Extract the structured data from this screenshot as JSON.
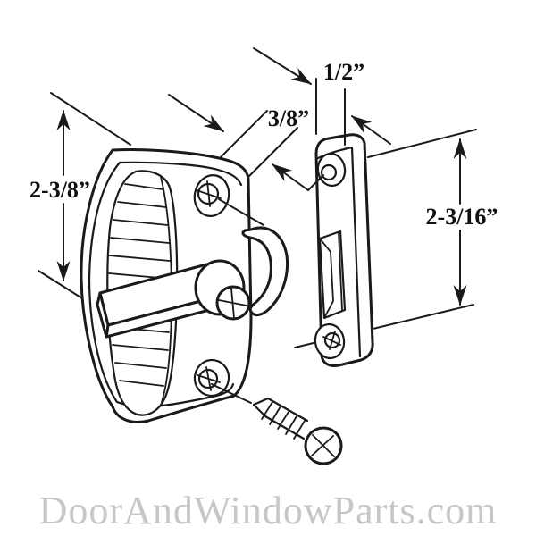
{
  "diagram": {
    "labels": {
      "latch_height": "2-3/8”",
      "latch_depth": "3/8”",
      "strike_plate_width": "1/2”",
      "strike_plate_height": "2-3/16”"
    }
  },
  "watermark": {
    "text": "DoorAndWindowParts.com"
  },
  "colors": {
    "line": "#1a1a1a",
    "watermark": "#c7c7c7",
    "background": "#ffffff"
  }
}
